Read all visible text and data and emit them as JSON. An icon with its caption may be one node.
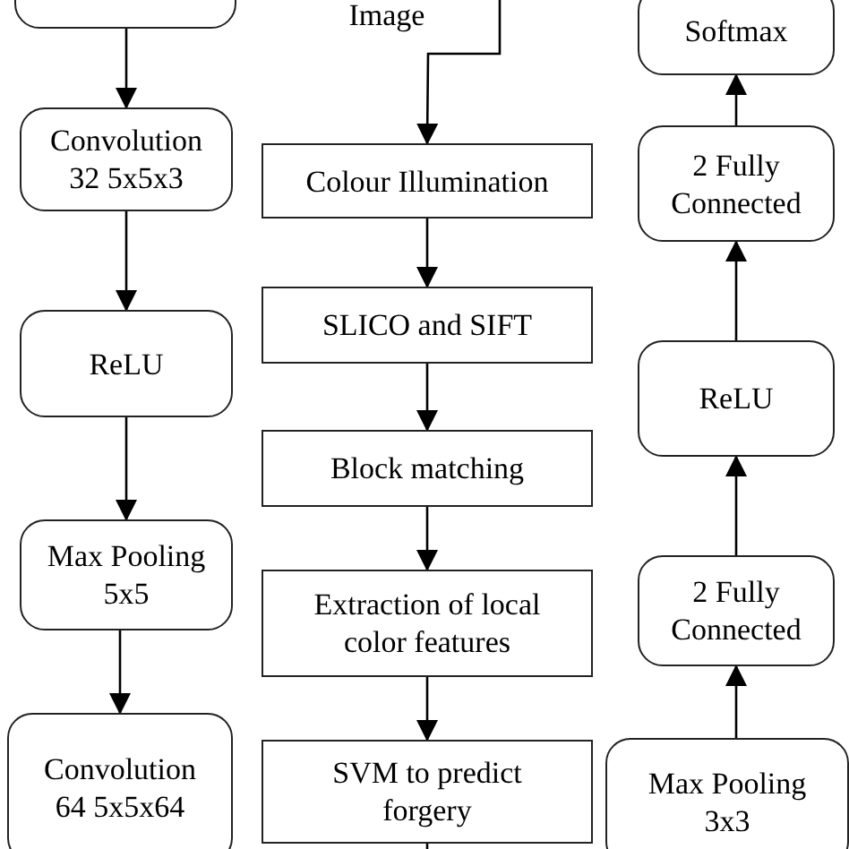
{
  "diagram": {
    "nodes": [
      {
        "text": [],
        "shape": "box"
      },
      {
        "text": [
          "Convolution 32 5x5x3"
        ]
      },
      {
        "text": [
          "ReLU"
        ]
      },
      {
        "text": [
          "Max Pooling 5x5"
        ]
      },
      {
        "text": [
          "Convolution 64 5x5x64"
        ]
      },
      {
        "text": [
          "Image"
        ]
      },
      {
        "text": [
          "Colour Illumination"
        ]
      },
      {
        "text": [
          "SLICO and SIFT"
        ]
      },
      {
        "text": [
          "Block matching"
        ]
      },
      {
        "text": [
          "Extraction of local color features"
        ]
      },
      {
        "text": [
          "SVM to predict forgery"
        ]
      },
      {
        "text": [
          "Softmax"
        ]
      },
      {
        "text": [
          "2 Fully Connected"
        ]
      },
      {
        "text": [
          "ReLU"
        ]
      },
      {
        "text": [
          "2 Fully Connected"
        ]
      },
      {
        "text": [
          "Max Pooling 3x3"
        ]
      }
    ],
    "edges": [
      {
        "from": 0,
        "to": 1,
        "arrow": "to"
      },
      {
        "from": 1,
        "to": 2,
        "arrow": "to"
      },
      {
        "from": 2,
        "to": 3,
        "arrow": "to"
      },
      {
        "from": 3,
        "to": 4,
        "arrow": "to"
      },
      {
        "from": null,
        "to": 6,
        "arrow": "to"
      },
      {
        "from": 6,
        "to": 7,
        "arrow": "to"
      },
      {
        "from": 7,
        "to": 8,
        "arrow": "to"
      },
      {
        "from": 8,
        "to": 9,
        "arrow": "to"
      },
      {
        "from": 9,
        "to": 10,
        "arrow": "to"
      },
      {
        "from": 10,
        "to": null,
        "arrow": "none"
      },
      {
        "from": 15,
        "to": 14,
        "arrow": "to"
      },
      {
        "from": 14,
        "to": 13,
        "arrow": "to"
      },
      {
        "from": 13,
        "to": 12,
        "arrow": "to"
      },
      {
        "from": 12,
        "to": 11,
        "arrow": "to"
      }
    ]
  }
}
